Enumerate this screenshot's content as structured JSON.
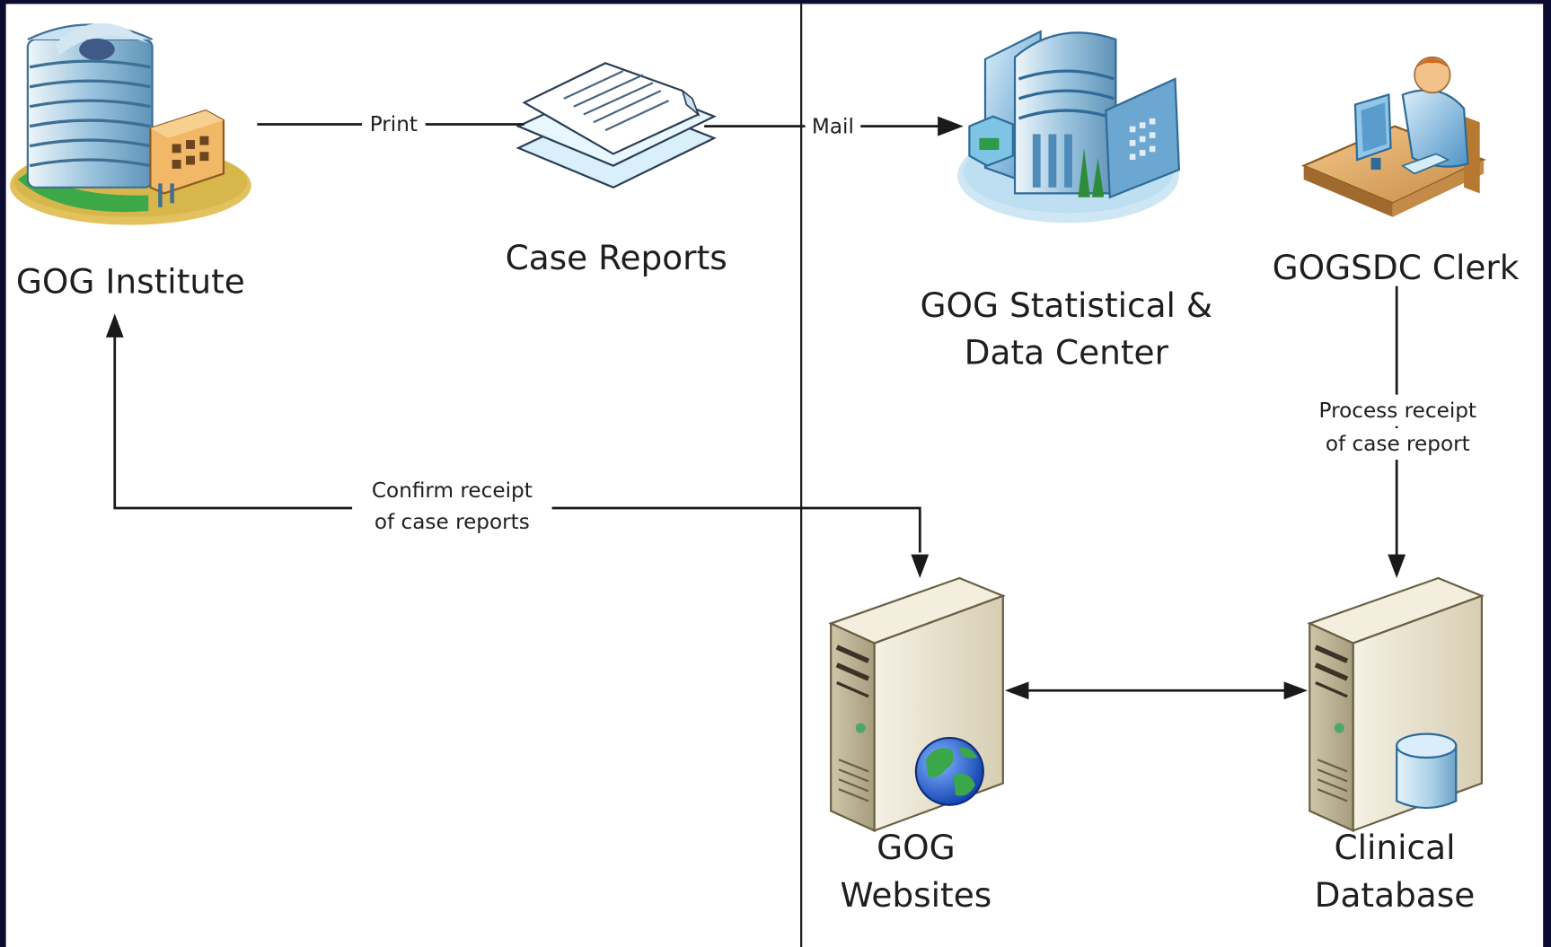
{
  "colors": {
    "background": "#0c0c30",
    "canvas": "#ffffff",
    "connector": "#1a1a1a",
    "divider": "#1a1a1a"
  },
  "nodes": {
    "gog_institute": {
      "label": "GOG Institute",
      "icon": "office-building-icon"
    },
    "case_reports": {
      "label": "Case Reports",
      "icon": "document-stack-icon"
    },
    "statistical_center": {
      "label_line1": "GOG Statistical &",
      "label_line2": "Data Center",
      "icon": "datacenter-building-icon"
    },
    "clerk": {
      "label": "GOGSDC Clerk",
      "icon": "clerk-workstation-icon"
    },
    "websites": {
      "label_line1": "GOG",
      "label_line2": "Websites",
      "icon": "web-server-icon"
    },
    "database": {
      "label_line1": "Clinical",
      "label_line2": "Database",
      "icon": "database-server-icon"
    }
  },
  "edges": {
    "print": "Print",
    "mail": "Mail",
    "confirm_line1": "Confirm receipt",
    "confirm_line2": "of case reports",
    "process_line1": "Process receipt",
    "process_line2": "of case report"
  }
}
